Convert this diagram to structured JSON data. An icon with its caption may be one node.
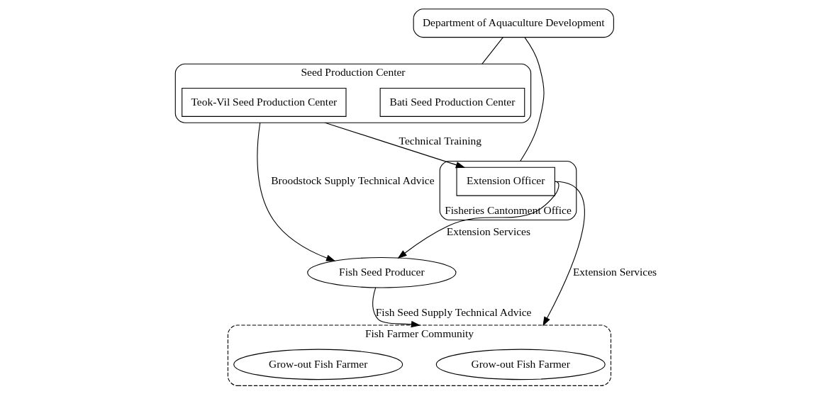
{
  "diagram": {
    "nodes": [
      {
        "text": [
          "Department of Aquaculture Development"
        ]
      },
      {
        "text": [
          "Seed Production Center"
        ]
      },
      {
        "text": [
          "Bati Seed Production Center"
        ],
        "in": 1
      },
      {
        "text": [
          "Teok-Vil Seed Production Center"
        ],
        "in": 1
      },
      {
        "text": [
          "Fish Seed Producer"
        ]
      },
      {
        "text": [
          "Fisheries Cantonment Office"
        ]
      },
      {
        "text": [
          "Extension Officer"
        ],
        "in": 5
      },
      {
        "text": [
          "Fish Farmer Community"
        ]
      },
      {
        "text": [
          "Grow-out Fish Farmer"
        ],
        "in": 7
      },
      {
        "text": [
          "Grow-out Fish Farmer"
        ],
        "in": 7
      }
    ],
    "edges": [
      {
        "from": 0,
        "to": 1,
        "arrow": "none"
      },
      {
        "from": 0,
        "to": 5,
        "arrow": "none"
      },
      {
        "from": 1,
        "to": 4,
        "arrow": "to",
        "label": "Broodstock Supply Technical Advice"
      },
      {
        "from": 1,
        "to": 6,
        "arrow": "to",
        "label": "Technical Training"
      },
      {
        "from": 4,
        "to": 7,
        "arrow": "to",
        "label": "Fish Seed Supply Technical Advice"
      },
      {
        "from": 6,
        "to": 4,
        "arrow": "to",
        "label": "Extension Services"
      },
      {
        "from": 6,
        "to": 7,
        "arrow": "to",
        "label": "Extension Services"
      }
    ]
  }
}
